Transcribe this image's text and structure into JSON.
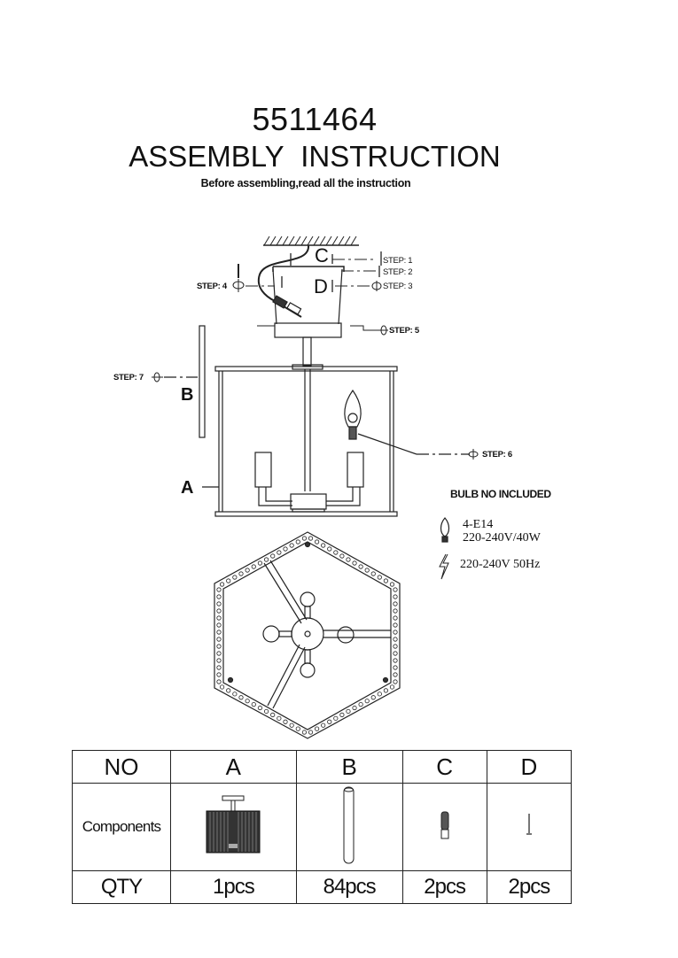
{
  "header": {
    "model_number": "5511464",
    "title": "ASSEMBLY  INSTRUCTION",
    "subtitle": "Before assembling,read all the instruction"
  },
  "diagram": {
    "part_labels": {
      "A": "A",
      "B": "B",
      "C": "C",
      "D": "D"
    },
    "steps": [
      {
        "label": "STEP:",
        "number": "1"
      },
      {
        "label": "STEP:",
        "number": "2"
      },
      {
        "label": "STEP:",
        "number": "3"
      },
      {
        "label": "STEP:",
        "number": "4"
      },
      {
        "label": "STEP:",
        "number": "5"
      },
      {
        "label": "STEP:",
        "number": "6"
      },
      {
        "label": "STEP:",
        "number": "7"
      }
    ],
    "icons": [
      "ceiling-hatch-icon",
      "screw-icon",
      "wall-anchor-icon",
      "screwdriver-icon",
      "bulb-icon",
      "lightning-icon"
    ]
  },
  "specs": {
    "bulb_note": "BULB NO INCLUDED",
    "bulb_type": "4-E14",
    "bulb_rating": "220-240V/40W",
    "power": "220-240V 50Hz"
  },
  "parts_table": {
    "row_headers": {
      "no": "NO",
      "components": "Components",
      "qty": "QTY"
    },
    "columns": [
      {
        "no": "A",
        "component_icon": "fixture-icon",
        "qty": "1pcs"
      },
      {
        "no": "B",
        "component_icon": "rod-icon",
        "qty": "84pcs"
      },
      {
        "no": "C",
        "component_icon": "wall-anchor-icon",
        "qty": "2pcs"
      },
      {
        "no": "D",
        "component_icon": "screw-icon",
        "qty": "2pcs"
      }
    ]
  }
}
